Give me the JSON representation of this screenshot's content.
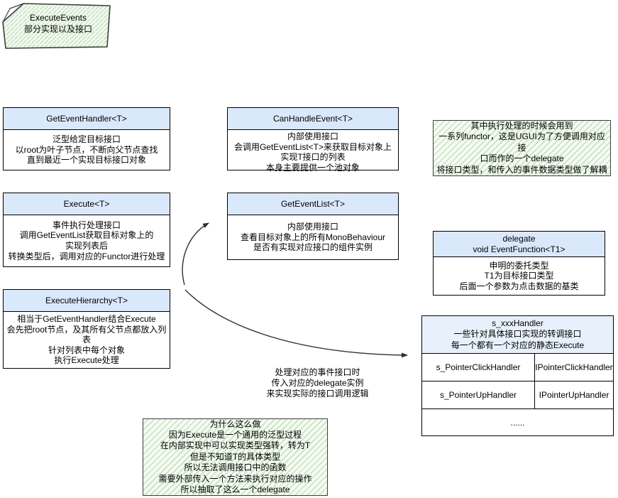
{
  "colors": {
    "class_header_fill": "#dae8fc",
    "table_header_fill": "#e8f1fb",
    "note_fill": "#d5e8d4",
    "border": "#000000",
    "arrow": "#2f2f2f"
  },
  "sticky_note": {
    "text": "ExecuteEvents\n部分实现以及接口"
  },
  "classes": {
    "get_event_handler": {
      "title": "GetEventHandler<T>",
      "body": "泛型给定目标接口\n以root为叶子节点，不断向父节点查找\n直到最近一个实现目标接口对象"
    },
    "execute": {
      "title": "Execute<T>",
      "body": "事件执行处理接口\n调用GetEventList获取目标对象上的\n实现列表后\n转换类型后，调用对应的Functor进行处理"
    },
    "execute_hierarchy": {
      "title": "ExecuteHierarchy<T>",
      "body": "相当于GetEventHandler结合Execute\n会先把root节点，及其所有父节点都放入列表\n针对列表中每个对象\n执行Execute处理"
    },
    "can_handle_event": {
      "title": "CanHandleEvent<T>",
      "body": "内部使用接口\n会调用GetEventList<T>来获取目标对象上\n实现T接口的列表\n本身主要提供一个池对象"
    },
    "get_event_list": {
      "title": "GetEventList<T>",
      "body": "内部使用接口\n查看目标对象上的所有MonoBehaviour\n是否有实现对应接口的组件实例"
    },
    "event_function_delegate": {
      "title": "delegate\nvoid EventFunction<T1>",
      "body": "申明的委托类型\nT1为目标接口类型\n后面一个参数为点击数据的基类"
    }
  },
  "notes": {
    "functor_note": "其中执行处理的时候会用到\n一系列functor，这是UGUI为了方便调用对应接\n口而作的一个delegate\n将接口类型，和传入的事件数据类型做了解耦",
    "why_note": "为什么这么做\n因为Execute是一个通用的泛型过程\n在内部实现中可以实现类型强转，转为T\n但是不知道T的具体类型\n所以无法调用接口中的函数\n需要外部传入一个方法来执行对应的操作\n所以抽取了这么一个delegate"
  },
  "arrow_label": "处理对应的事件接口时\n传入对应的delegate实例\n来实现实际的接口调用逻辑",
  "handler_table": {
    "header": "s_xxxHandler\n一些针对具体接口实现的转调接口\n每一个都有一个对应的静态Execute",
    "rows": [
      {
        "field": "s_PointerClickHandler",
        "interface": "IPointerClickHandler"
      },
      {
        "field": "s_PointerUpHandler",
        "interface": "IPointerUpHandler"
      }
    ],
    "more": "......"
  }
}
